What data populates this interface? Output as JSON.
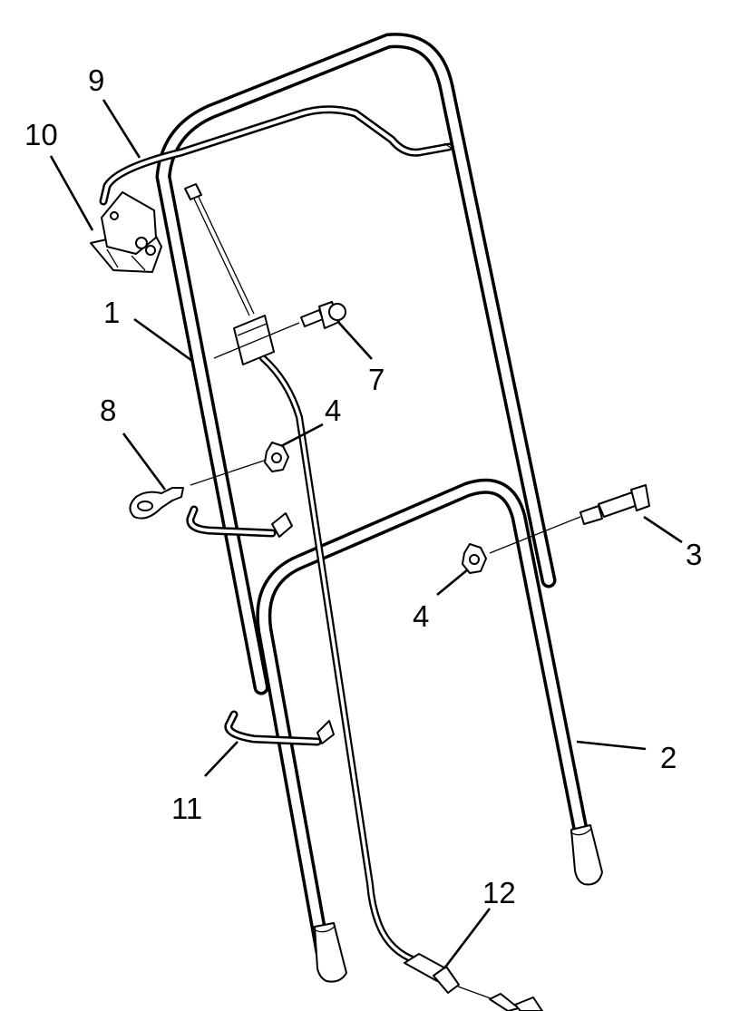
{
  "callouts": [
    {
      "id": "c1",
      "text": "1"
    },
    {
      "id": "c2",
      "text": "2"
    },
    {
      "id": "c3",
      "text": "3"
    },
    {
      "id": "c4a",
      "text": "4"
    },
    {
      "id": "c4b",
      "text": "4"
    },
    {
      "id": "c7",
      "text": "7"
    },
    {
      "id": "c8",
      "text": "8"
    },
    {
      "id": "c9",
      "text": "9"
    },
    {
      "id": "c10",
      "text": "10"
    },
    {
      "id": "c11",
      "text": "11"
    },
    {
      "id": "c12",
      "text": "12"
    }
  ]
}
